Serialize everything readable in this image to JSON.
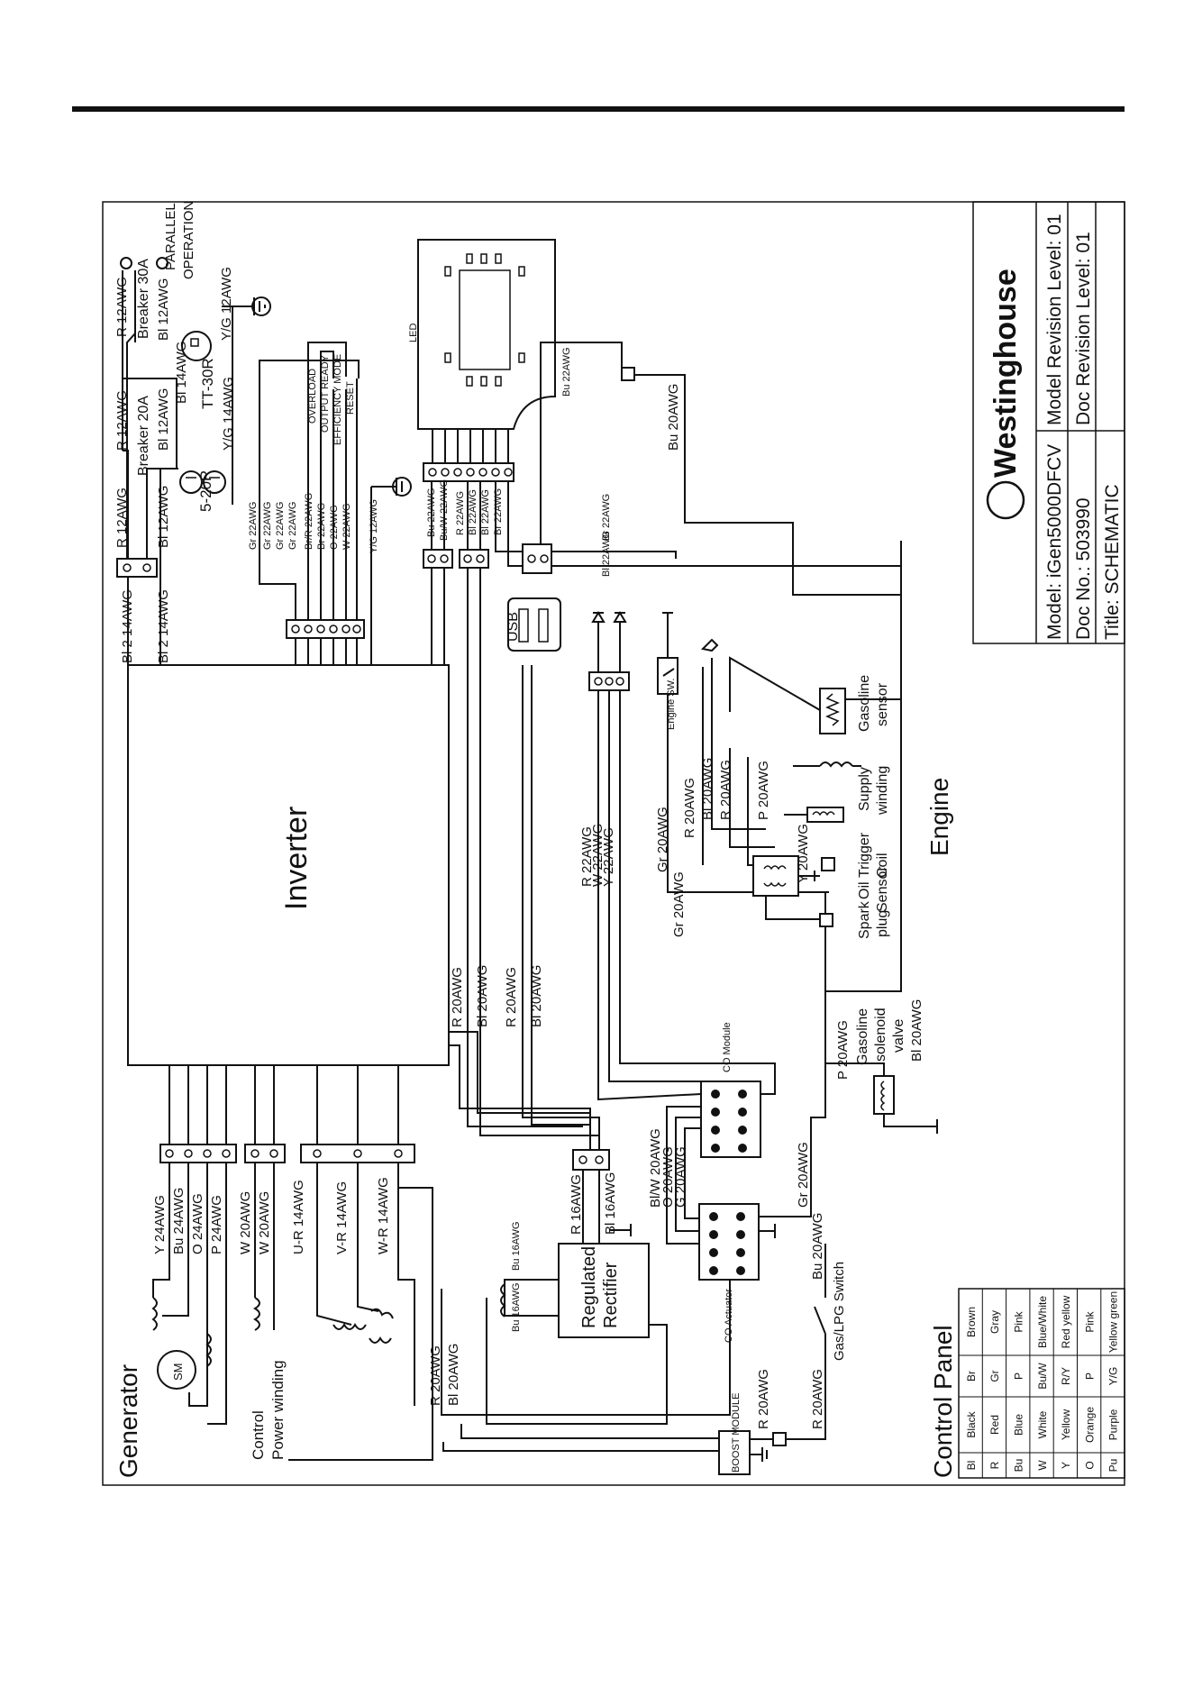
{
  "header_rule": true,
  "title_block": {
    "brand": "Westinghouse",
    "model": "Model: iGen5000DFCV",
    "doc_no": "Doc No.: 503990",
    "title": "Title: SCHEMATIC",
    "model_rev": "Model Revision Level: 01",
    "doc_rev": "Doc Revision Level: 01"
  },
  "sections": {
    "generator": "Generator",
    "inverter": "Inverter",
    "engine": "Engine",
    "control_panel": "Control Panel"
  },
  "components": {
    "sm": "SM",
    "control_power": "Control\nPower winding",
    "rectifier_1": "Regulated",
    "rectifier_2": "Rectifier",
    "boost": "BOOST MODULE",
    "co_actuator": "CO Actuator",
    "co_module": "CO Module",
    "usb": "USB",
    "led": "LED",
    "engine_sw": "Engine SW.",
    "gas_lpg": "Gas/LPG Switch",
    "gasoline_sensor": "Gasoline sensor",
    "supply_winding": "Supply winding",
    "trigger_coil": "Trigger Coil",
    "oil_sensor": "Oil Sensor",
    "spark_plug": "Spark plug",
    "solenoid": "Gasoline solenoid valve",
    "breaker30": "Breaker 30A",
    "breaker20": "Breaker 20A",
    "parallel": "PARALLEL OPERATION",
    "tt30": "TT-30R",
    "r520": "5-20R",
    "overload": "OVERLOAD",
    "output_ready": "OUTPUT READY",
    "efficiency": "EFFICIENCY MODE",
    "reset": "RESET"
  },
  "wire_labels": {
    "y24": "Y 24AWG",
    "bu24": "Bu 24AWG",
    "o24": "O 24AWG",
    "p24": "P 24AWG",
    "w20a": "W 20AWG",
    "w20b": "W 20AWG",
    "ur": "U-R 14AWG",
    "vr": "V-R 14AWG",
    "wr": "W-R 14AWG",
    "r20_boost": "R 20AWG",
    "bl20_boost": "Bl 20AWG",
    "r16": "R 16AWG",
    "bl16": "Bl 16AWG",
    "bu16a": "Bu 16AWG",
    "bu16b": "Bu 16AWG",
    "blw20": "Bl/W 20AWG",
    "o20": "O 20AWG",
    "g20": "G 20AWG",
    "gr20_low": "Gr 20AWG",
    "bu20_sw": "Bu 20AWG",
    "r20_sw": "R 20AWG",
    "r20_bm": "R 20AWG",
    "r20_inv": "R 20AWG",
    "bl20_inv": "Bl 20AWG",
    "r20_usb": "R 20AWG",
    "bl20_usb": "Bl 20AWG",
    "r22": "R 22AWG",
    "w22": "W 22AWG",
    "y22": "Y 22AWG",
    "gr20_eng": "Gr 20AWG",
    "r20_eng": "R 20AWG",
    "bl20_eng": "Bl 20AWG",
    "r20_eng2": "R 20AWG",
    "p20": "P 20AWG",
    "y20": "Y 20AWG",
    "gr20_mid": "Gr 20AWG",
    "p20_sol": "P 20AWG",
    "bl20_sol": "Bl 20AWG",
    "bl2": "Bl 2 14AWG",
    "bl2b": "Bl 2 14AWG",
    "r12a": "R 12AWG",
    "bl12a": "Bl 12AWG",
    "r12b": "R 12AWG",
    "bl12b": "Bl 12AWG",
    "r12c": "R 12AWG",
    "bl12c": "Bl 12AWG",
    "bl14": "Bl 14AWG",
    "yg14": "Y/G 14AWG",
    "yg12": "Y/G 12AWG",
    "yg12b": "Y/G 12AWG",
    "gr22a": "Gr 22AWG",
    "gr22b": "Gr 22AWG",
    "gr22c": "Gr 22AWG",
    "gr22d": "Gr 22AWG",
    "brr22": "Br/R 22AWG",
    "br22": "Br 22AWG",
    "o22": "O 22AWG",
    "w22b": "W 22AWG",
    "bu22": "Bu 22AWG",
    "buw22": "Bu/W 22AWG",
    "r22b": "R 22AWG",
    "bl22": "Bl 22AWG",
    "bl22b": "Bl 22AWG",
    "br22b": "Br 22AWG",
    "br22c": "Br 22AWG",
    "bl22c": "Bl 22AWG",
    "bu22led": "Bu 22AWG",
    "bu20led": "Bu 20AWG"
  },
  "legend": {
    "rows": [
      [
        "Bl",
        "Black",
        "Br",
        "Brown"
      ],
      [
        "R",
        "Red",
        "Gr",
        "Gray"
      ],
      [
        "Bu",
        "Blue",
        "P",
        "Pink"
      ],
      [
        "W",
        "White",
        "Bu/W",
        "Blue/White"
      ],
      [
        "Y",
        "Yellow",
        "R/Y",
        "Red yellow"
      ],
      [
        "O",
        "Orange",
        "P",
        "Pink"
      ],
      [
        "Pu",
        "Purple",
        "Y/G",
        "Yellow green"
      ]
    ]
  }
}
